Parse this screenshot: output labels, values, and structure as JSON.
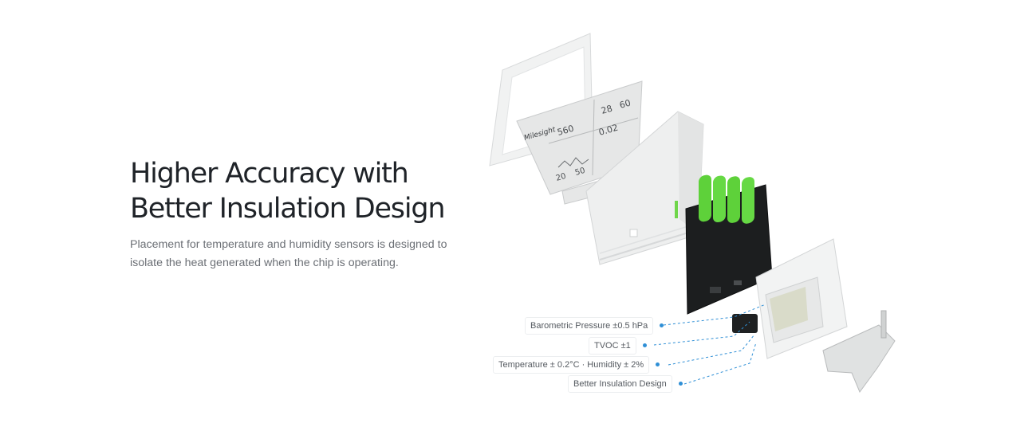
{
  "section": {
    "headline_line1": "Higher Accuracy with",
    "headline_line2": "Better Insulation Design",
    "description_line1": "Placement for temperature and humidity sensors is designed to",
    "description_line2": "isolate the heat generated when the chip is operating."
  },
  "device": {
    "brand": "Milesight",
    "display_readings": [
      "560",
      "28",
      "60",
      "0.02",
      "20",
      "50"
    ]
  },
  "callouts": [
    "Barometric Pressure ±0.5 hPa",
    "TVOC ±1",
    "Temperature ± 0.2°C  · Humidity ± 2%",
    "Better Insulation Design"
  ],
  "colors": {
    "heading": "#1f2328",
    "body_text": "#6b6f75",
    "accent_blue": "#2f8fd6",
    "battery_green": "#5ed13a",
    "pcb_dark": "#1c1e1f"
  }
}
